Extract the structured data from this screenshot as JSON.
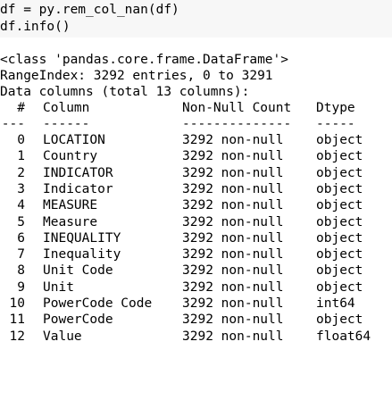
{
  "input_cell": {
    "lines": [
      "df = py.rem_col_nan(df)",
      "df.info()"
    ]
  },
  "output": {
    "class_line": "<class 'pandas.core.frame.DataFrame'>",
    "range_index": "RangeIndex: 3292 entries, 0 to 3291",
    "data_columns": "Data columns (total 13 columns):",
    "header": {
      "idx": " #",
      "column": "Column",
      "count": "Non-Null Count",
      "dtype": "Dtype"
    },
    "separator": {
      "idx": "---",
      "column": "------",
      "count": "--------------",
      "dtype": "-----"
    },
    "rows": [
      {
        "idx": "0",
        "column": "LOCATION",
        "count": "3292 non-null",
        "dtype": "object"
      },
      {
        "idx": "1",
        "column": "Country",
        "count": "3292 non-null",
        "dtype": "object"
      },
      {
        "idx": "2",
        "column": "INDICATOR",
        "count": "3292 non-null",
        "dtype": "object"
      },
      {
        "idx": "3",
        "column": "Indicator",
        "count": "3292 non-null",
        "dtype": "object"
      },
      {
        "idx": "4",
        "column": "MEASURE",
        "count": "3292 non-null",
        "dtype": "object"
      },
      {
        "idx": "5",
        "column": "Measure",
        "count": "3292 non-null",
        "dtype": "object"
      },
      {
        "idx": "6",
        "column": "INEQUALITY",
        "count": "3292 non-null",
        "dtype": "object"
      },
      {
        "idx": "7",
        "column": "Inequality",
        "count": "3292 non-null",
        "dtype": "object"
      },
      {
        "idx": "8",
        "column": "Unit Code",
        "count": "3292 non-null",
        "dtype": "object"
      },
      {
        "idx": "9",
        "column": "Unit",
        "count": "3292 non-null",
        "dtype": "object"
      },
      {
        "idx": "10",
        "column": "PowerCode Code",
        "count": "3292 non-null",
        "dtype": "int64"
      },
      {
        "idx": "11",
        "column": "PowerCode",
        "count": "3292 non-null",
        "dtype": "object"
      },
      {
        "idx": "12",
        "column": "Value",
        "count": "3292 non-null",
        "dtype": "float64"
      }
    ]
  }
}
